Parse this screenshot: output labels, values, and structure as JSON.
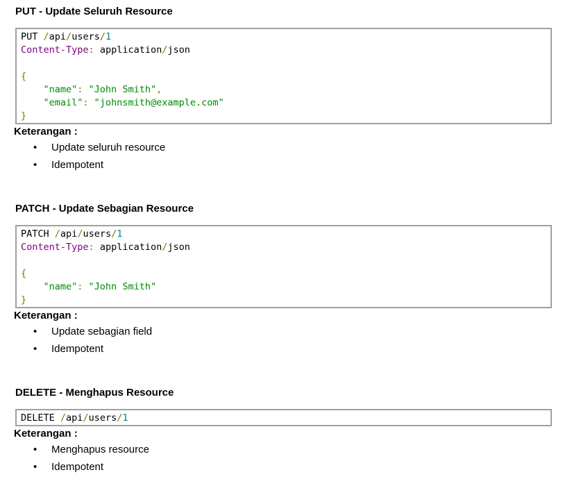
{
  "sections": [
    {
      "title": "PUT - Update Seluruh Resource",
      "code": [
        [
          [
            "PUT ",
            "k"
          ],
          [
            "/",
            "p"
          ],
          [
            "api",
            "k"
          ],
          [
            "/",
            "p"
          ],
          [
            "users",
            "k"
          ],
          [
            "/",
            "p"
          ],
          [
            "1",
            "n"
          ]
        ],
        [
          [
            "Content-Type",
            "h"
          ],
          [
            ":",
            "p"
          ],
          [
            " application",
            "k"
          ],
          [
            "/",
            "p"
          ],
          [
            "json",
            "k"
          ]
        ],
        [],
        [
          [
            "{",
            "p"
          ]
        ],
        [
          [
            "    \"name\"",
            "s"
          ],
          [
            ": ",
            "p"
          ],
          [
            "\"John Smith\"",
            "s"
          ],
          [
            ",",
            "p"
          ]
        ],
        [
          [
            "    \"email\"",
            "s"
          ],
          [
            ": ",
            "p"
          ],
          [
            "\"johnsmith@example.com\"",
            "s"
          ]
        ],
        [
          [
            "}",
            "p"
          ]
        ]
      ],
      "note_label": "Keterangan :",
      "bullets": [
        "Update seluruh resource",
        "Idempotent"
      ]
    },
    {
      "title": "PATCH - Update Sebagian Resource",
      "code": [
        [
          [
            "PATCH ",
            "k"
          ],
          [
            "/",
            "p"
          ],
          [
            "api",
            "k"
          ],
          [
            "/",
            "p"
          ],
          [
            "users",
            "k"
          ],
          [
            "/",
            "p"
          ],
          [
            "1",
            "n"
          ]
        ],
        [
          [
            "Content-Type",
            "h"
          ],
          [
            ":",
            "p"
          ],
          [
            " application",
            "k"
          ],
          [
            "/",
            "p"
          ],
          [
            "json",
            "k"
          ]
        ],
        [],
        [
          [
            "{",
            "p"
          ]
        ],
        [
          [
            "    \"name\"",
            "s"
          ],
          [
            ": ",
            "p"
          ],
          [
            "\"John Smith\"",
            "s"
          ]
        ],
        [
          [
            "}",
            "p"
          ]
        ]
      ],
      "note_label": "Keterangan :",
      "bullets": [
        "Update sebagian field",
        "Idempotent"
      ]
    },
    {
      "title": "DELETE - Menghapus Resource",
      "code": [
        [
          [
            "DELETE ",
            "k"
          ],
          [
            "/",
            "p"
          ],
          [
            "api",
            "k"
          ],
          [
            "/",
            "p"
          ],
          [
            "users",
            "k"
          ],
          [
            "/",
            "p"
          ],
          [
            "1",
            "n"
          ]
        ]
      ],
      "note_label": "Keterangan :",
      "bullets": [
        "Menghapus resource",
        "Idempotent"
      ]
    }
  ],
  "bullet_glyph": "•"
}
